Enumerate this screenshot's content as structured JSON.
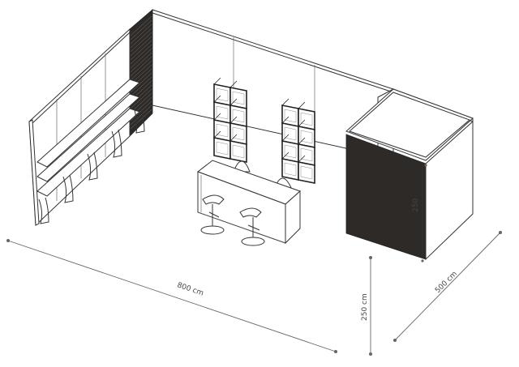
{
  "dimensions": {
    "width_label": "800 cm",
    "height_label": "250 cm",
    "depth_label": "500 cm",
    "cabin_height_label": "250"
  },
  "colors": {
    "line": "#333333",
    "panel_dark": "#2e2a27",
    "dimension": "#666666",
    "background": "#ffffff"
  }
}
